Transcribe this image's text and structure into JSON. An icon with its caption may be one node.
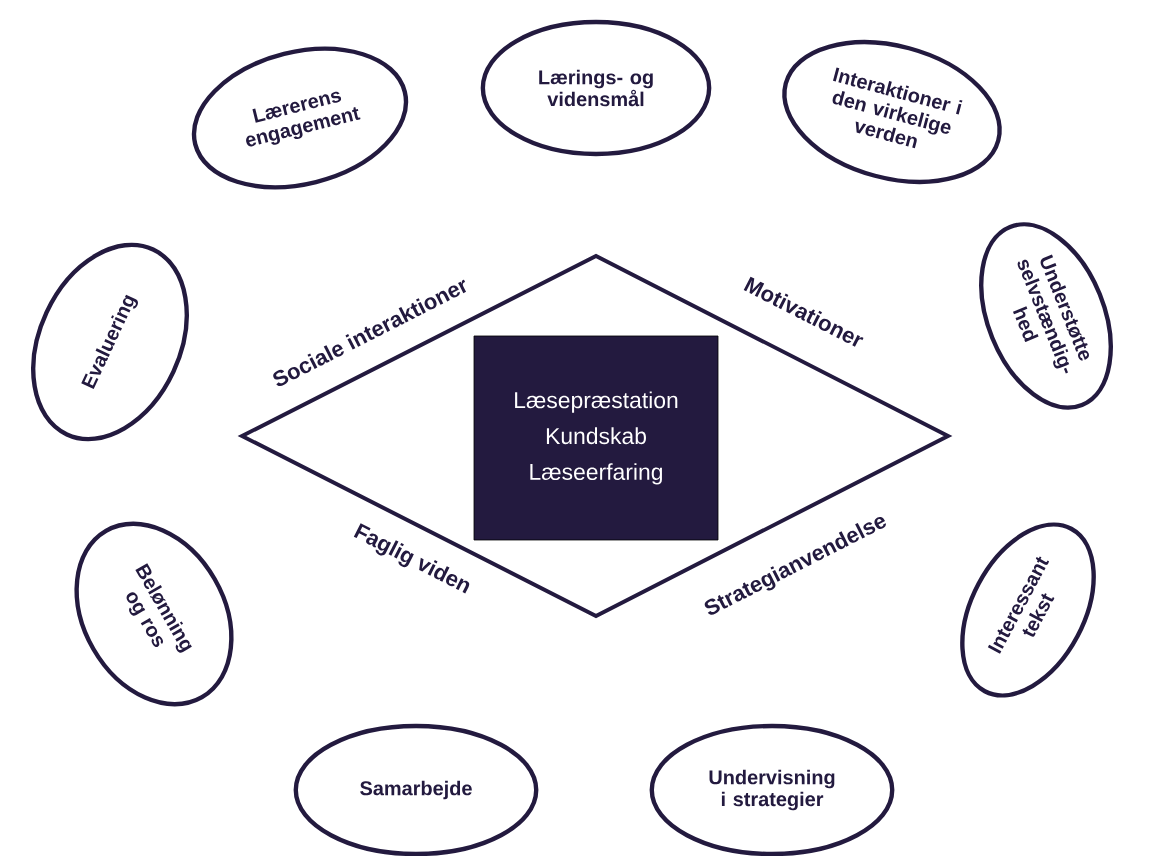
{
  "diagram": {
    "nodes": [
      {
        "text": [
          "Lærerens engagement"
        ]
      },
      {
        "text": [
          "Lærings- og vidensmål"
        ]
      },
      {
        "text": [
          "Interaktioner i den virkelige verden"
        ]
      },
      {
        "text": [
          "Understøtte selvstændig-hed"
        ]
      },
      {
        "text": [
          "Interessant tekst"
        ]
      },
      {
        "text": [
          "Undervisning i strategier"
        ]
      },
      {
        "text": [
          "Samarbejde"
        ]
      },
      {
        "text": [
          "Belønning og ros"
        ]
      },
      {
        "text": [
          "Evaluering"
        ]
      },
      {
        "text": [
          "Sociale interaktioner",
          "Motivationer",
          "Faglig viden",
          "Strategianvendelse"
        ]
      },
      {
        "text": [
          "Læsepræstation",
          "Kundskab",
          "Læseerfaring"
        ],
        "in": 9
      }
    ]
  }
}
